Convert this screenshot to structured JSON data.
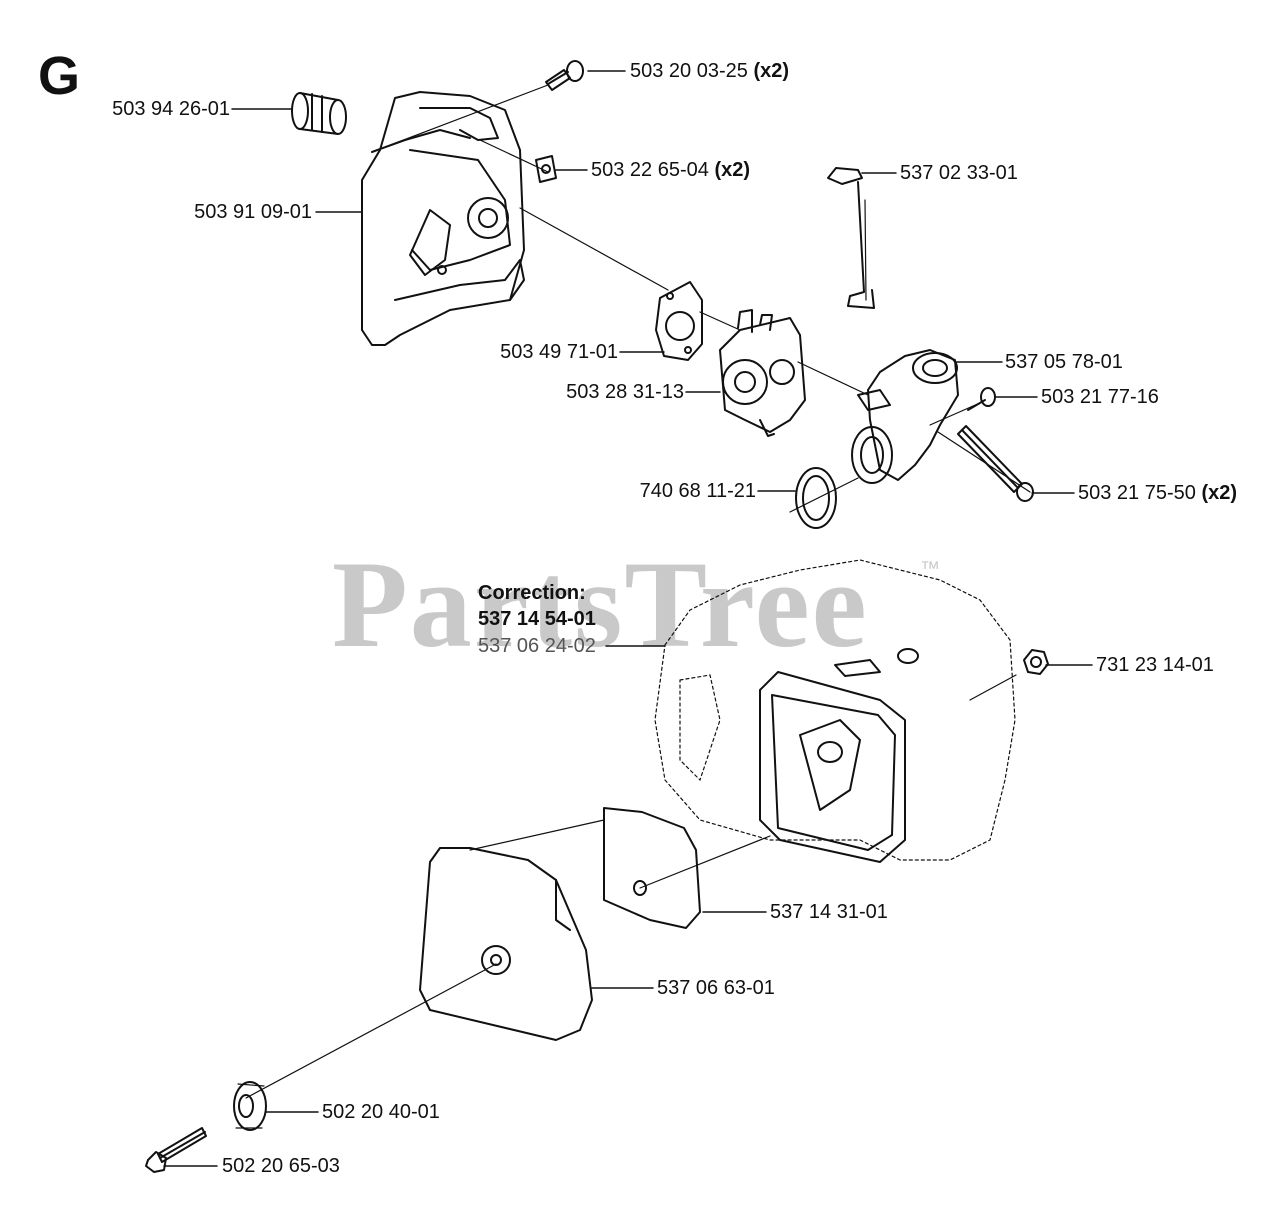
{
  "section_letter": "G",
  "watermark": "PartsTree",
  "watermark_tm": "™",
  "correction": {
    "heading": "Correction:",
    "part": "537 14 54-01"
  },
  "parts": [
    {
      "id": "p1",
      "number": "503 20 03-25",
      "qty": "(x2)"
    },
    {
      "id": "p2",
      "number": "503 94 26-01",
      "qty": ""
    },
    {
      "id": "p3",
      "number": "503 22 65-04",
      "qty": "(x2)"
    },
    {
      "id": "p4",
      "number": "537 02 33-01",
      "qty": ""
    },
    {
      "id": "p5",
      "number": "503 91 09-01",
      "qty": ""
    },
    {
      "id": "p6",
      "number": "503 49 71-01",
      "qty": ""
    },
    {
      "id": "p7",
      "number": "537 05 78-01",
      "qty": ""
    },
    {
      "id": "p8",
      "number": "503 28 31-13",
      "qty": ""
    },
    {
      "id": "p9",
      "number": "503 21 77-16",
      "qty": ""
    },
    {
      "id": "p10",
      "number": "740 68 11-21",
      "qty": ""
    },
    {
      "id": "p11",
      "number": "503 21 75-50",
      "qty": "(x2)"
    },
    {
      "id": "p12",
      "number": "537 06 24-02",
      "qty": ""
    },
    {
      "id": "p13",
      "number": "731 23 14-01",
      "qty": ""
    },
    {
      "id": "p14",
      "number": "537 14 31-01",
      "qty": ""
    },
    {
      "id": "p15",
      "number": "537 06 63-01",
      "qty": ""
    },
    {
      "id": "p16",
      "number": "502 20 40-01",
      "qty": ""
    },
    {
      "id": "p17",
      "number": "502 20 65-03",
      "qty": ""
    }
  ]
}
